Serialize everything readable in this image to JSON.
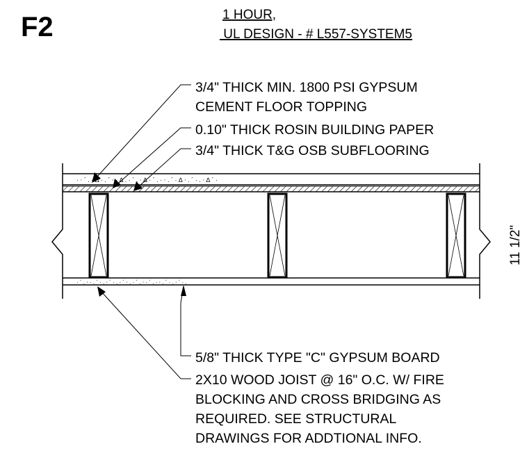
{
  "detail": {
    "tag": "F2",
    "rating_line1": "1 HOUR,",
    "rating_line2": " UL DESIGN - # L557-SYSTEM5"
  },
  "callouts": {
    "topping": [
      "3/4\" THICK MIN. 1800 PSI GYPSUM",
      "CEMENT FLOOR TOPPING"
    ],
    "paper": "0.10\" THICK ROSIN BUILDING PAPER",
    "osb": "3/4\" THICK T&G OSB SUBFLOORING",
    "gypsum": "5/8\" THICK TYPE \"C\" GYPSUM BOARD",
    "joist": [
      "2X10 WOOD JOIST @ 16\" O.C. W/ FIRE",
      "BLOCKING AND CROSS BRIDGING AS",
      "REQUIRED. SEE STRUCTURAL",
      "DRAWINGS FOR ADDTIONAL INFO."
    ]
  },
  "dimension": {
    "assembly_depth": "11 1/2\""
  }
}
